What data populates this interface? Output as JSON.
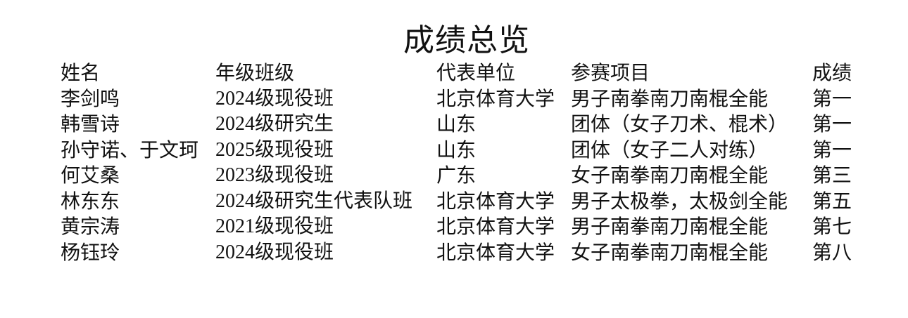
{
  "title": "成绩总览",
  "table": {
    "headers": {
      "name": "姓名",
      "grade": "年级班级",
      "unit": "代表单位",
      "event": "参赛项目",
      "result": "成绩"
    },
    "rows": [
      {
        "name": "李剑鸣",
        "grade": "2024级现役班",
        "unit": "北京体育大学",
        "event": "男子南拳南刀南棍全能",
        "result": "第一"
      },
      {
        "name": "韩雪诗",
        "grade": "2024级研究生",
        "unit": "山东",
        "event": "团体（女子刀术、棍术）",
        "result": "第一"
      },
      {
        "name": "孙守诺、于文珂",
        "grade": "2025级现役班",
        "unit": "山东",
        "event": "团体（女子二人对练）",
        "result": "第一"
      },
      {
        "name": "何艾桑",
        "grade": "2023级现役班",
        "unit": "广东",
        "event": "女子南拳南刀南棍全能",
        "result": "第三"
      },
      {
        "name": "林东东",
        "grade": "2024级研究生代表队班",
        "unit": "北京体育大学",
        "event": "男子太极拳，太极剑全能",
        "result": "第五"
      },
      {
        "name": "黄宗涛",
        "grade": "2021级现役班",
        "unit": "北京体育大学",
        "event": "男子南拳南刀南棍全能",
        "result": "第七"
      },
      {
        "name": "杨钰玲",
        "grade": "2024级现役班",
        "unit": "北京体育大学",
        "event": "女子南拳南刀南棍全能",
        "result": "第八"
      }
    ]
  }
}
